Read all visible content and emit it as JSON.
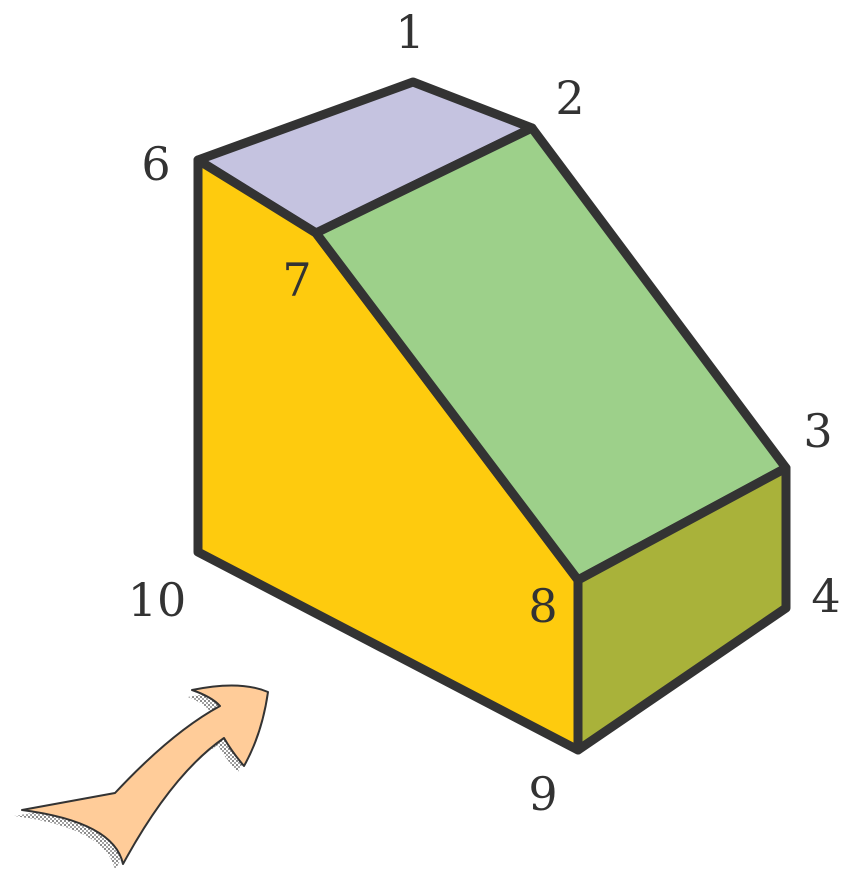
{
  "vertices": [
    "1",
    "2",
    "3",
    "4",
    "6",
    "7",
    "8",
    "9",
    "10"
  ],
  "colors": {
    "top_face": "#c5c3e0",
    "slope_face": "#9dd08a",
    "side_face": "#fecb0e",
    "front_face": "#a9b23a",
    "arrow_fill": "#ffcc99",
    "edge": "#333333"
  },
  "icons": {
    "view_arrow": "viewing-direction-arrow-icon"
  }
}
